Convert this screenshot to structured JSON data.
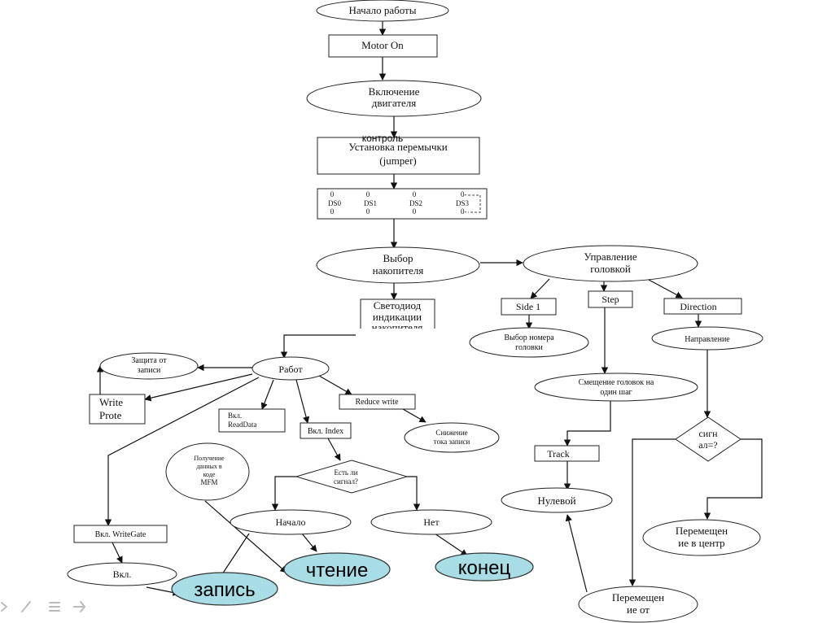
{
  "nodes": {
    "start": "Начало работы",
    "motor_on": "Motor On",
    "engine_on": [
      "Включение",
      "двигателя"
    ],
    "control_label": "контроль",
    "jumper": [
      "Установка перемычки",
      "(jumper)"
    ],
    "ds_block": {
      "pins": [
        "0",
        "0",
        "0",
        "0-",
        "0",
        "0",
        "0",
        "0-"
      ],
      "labels": [
        "DS0",
        "DS1",
        "DS2",
        "DS3"
      ]
    },
    "drive_select": [
      "Выбор",
      "накопителя"
    ],
    "led": [
      "Светодиод",
      "индикации",
      "накопителя"
    ],
    "head_control": [
      "Управление",
      "головкой"
    ],
    "side1": "Side 1",
    "step": "Step",
    "direction": "Direction",
    "head_select": [
      "Выбор номера",
      "головки"
    ],
    "head_shift": [
      "Смещение головок на",
      "один шаг"
    ],
    "track": "Track",
    "zero": "Нулевой",
    "direction_oval": "Направление",
    "signal_q": [
      "сигн",
      "ал=?"
    ],
    "move_center": [
      "Перемещен",
      "ие в центр"
    ],
    "move_from": [
      "Перемещен",
      "ие от"
    ],
    "write_protect_q": [
      "Защита от",
      "записи"
    ],
    "work": "Работ",
    "write_prot": [
      "Write",
      "Prote"
    ],
    "readdata": [
      "Вкл.",
      "ReadData"
    ],
    "index": "Вкл. Index",
    "reduce_write": "Reduce write",
    "current_reduce": [
      "Снижение",
      "тока записи"
    ],
    "mfm": [
      "Получение",
      "данных в",
      "коде",
      "MFM"
    ],
    "signal_exists": [
      "Есть ли",
      "сигнал?"
    ],
    "begin": "Начало",
    "no": "Нет",
    "writegate": "Вкл. WriteGate",
    "on": "Вкл.",
    "record": "запись",
    "reading": "чтение",
    "end": "конец"
  },
  "colors": {
    "terminal_fill": "#a9dde6",
    "stroke": "#222222"
  }
}
